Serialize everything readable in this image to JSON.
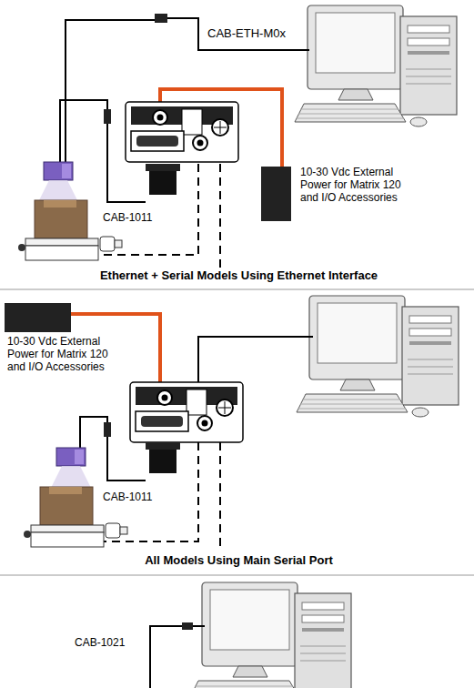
{
  "diagram": {
    "labels": [
      "CAB-ETH-M0x",
      "10-30 Vdc External Power for Matrix 120 and I/O Accessories",
      "CAB-1011",
      "Ethernet + Serial Models Using Ethernet Interface",
      "10-30 Vdc External Power for Matrix 120 and I/O Accessories",
      "CAB-1011",
      "All Models Using Main Serial Port",
      "CAB-1021"
    ]
  }
}
